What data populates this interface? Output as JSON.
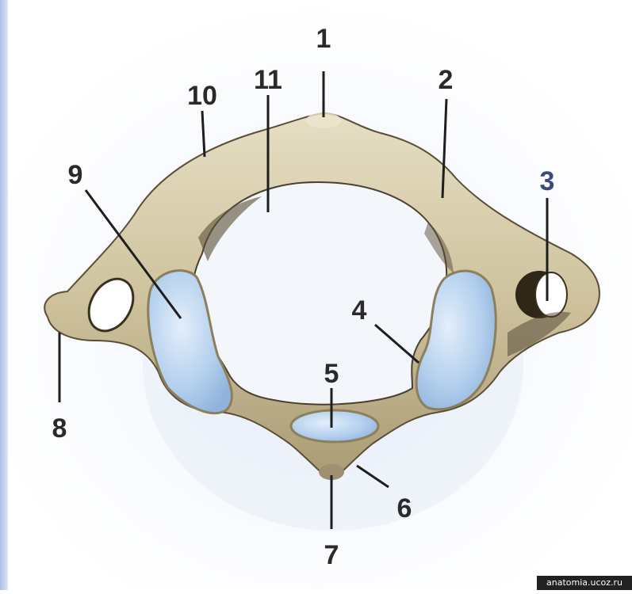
{
  "labels": {
    "l1": "1",
    "l2": "2",
    "l3": "3",
    "l4": "4",
    "l5": "5",
    "l6": "6",
    "l7": "7",
    "l8": "8",
    "l9": "9",
    "l10": "10",
    "l11": "11"
  },
  "watermark": "anatomia.ucoz.ru",
  "colors": {
    "bone": "#d9cfb0",
    "bone_shadow": "#8c7f5c",
    "bone_dark": "#3a3020",
    "facet_blue": "#a9c8ea",
    "facet_light": "#dbe9f8",
    "label": "#2a2a2a",
    "label_blue": "#3b4a7a",
    "left_strip": "#b9c8ea"
  }
}
